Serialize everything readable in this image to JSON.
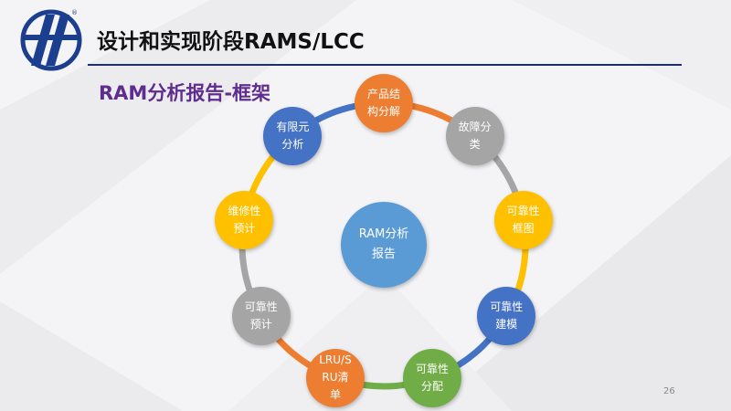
{
  "header": {
    "title": "设计和实现阶段RAMS/LCC",
    "subtitle": "RAM分析报告-框架"
  },
  "diagram": {
    "center": {
      "label": "RAM分析\n报告",
      "color": "#5b9bd5"
    },
    "nodes": [
      {
        "label": "产品结\n构分解",
        "color": "#ed7d31"
      },
      {
        "label": "故障分\n类",
        "color": "#a5a5a5"
      },
      {
        "label": "可靠性\n框图",
        "color": "#ffc000"
      },
      {
        "label": "可靠性\n建模",
        "color": "#4472c4"
      },
      {
        "label": "可靠性\n分配",
        "color": "#70ad47"
      },
      {
        "label": "LRU/S\nRU清\n单",
        "color": "#ed7d31"
      },
      {
        "label": "可靠性\n预计",
        "color": "#a5a5a5"
      },
      {
        "label": "维修性\n预计",
        "color": "#ffc000"
      },
      {
        "label": "有限元\n分析",
        "color": "#4472c4"
      }
    ],
    "ring_segment_colors": [
      "#ed7d31",
      "#a5a5a5",
      "#ffc000",
      "#4472c4",
      "#70ad47",
      "#ed7d31",
      "#a5a5a5",
      "#ffc000",
      "#4472c4"
    ]
  },
  "footer": {
    "page_number": "26"
  },
  "colors": {
    "title_text": "#111111",
    "subtitle_text": "#5f2d8f",
    "header_rule": "#1c2f6a",
    "logo_blue": "#1b3f8e"
  }
}
